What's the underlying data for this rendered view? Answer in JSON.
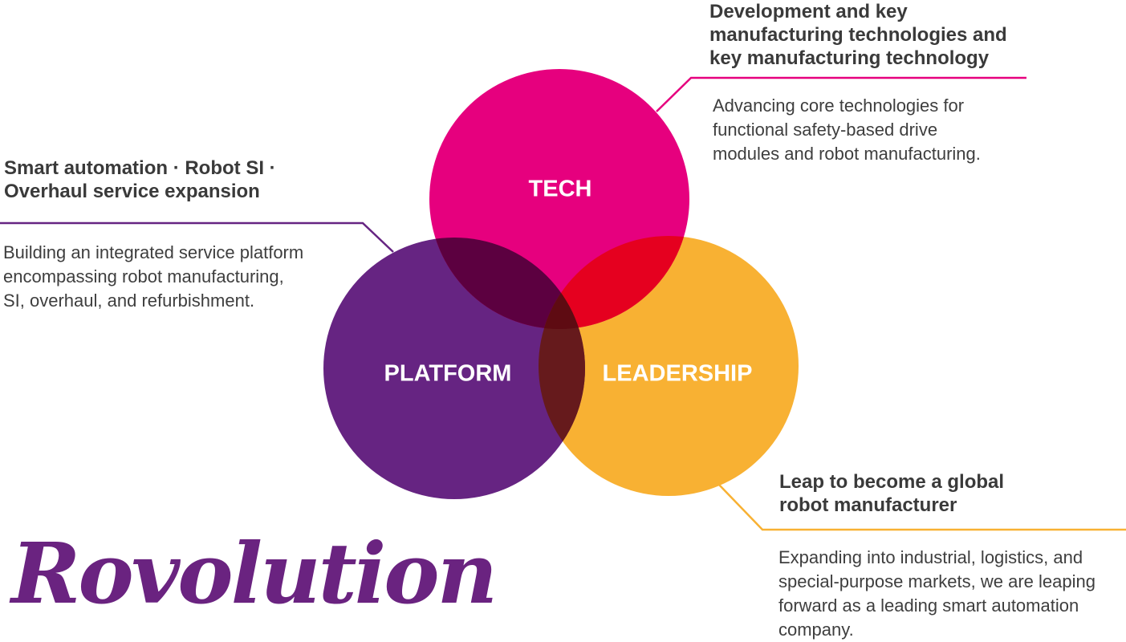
{
  "colors": {
    "tech": "#e6007e",
    "platform": "#662482",
    "leadership": "#f8b133",
    "text_dark": "#3a3a3a"
  },
  "circles": {
    "tech": {
      "label": "TECH"
    },
    "platform": {
      "label": "PLATFORM"
    },
    "leadership": {
      "label": "LEADERSHIP"
    }
  },
  "callouts": {
    "tech": {
      "heading_lines": [
        "Development and key",
        "manufacturing technologies and",
        "key manufacturing technology"
      ],
      "body_lines": [
        "Advancing core technologies for",
        "functional safety-based drive",
        "modules and robot manufacturing."
      ]
    },
    "platform": {
      "heading_lines": [
        "Smart automation · Robot SI ·",
        "Overhaul service expansion"
      ],
      "body_lines": [
        "Building an integrated service platform",
        "encompassing robot manufacturing,",
        "SI, overhaul, and refurbishment."
      ]
    },
    "leadership": {
      "heading_lines": [
        "Leap to become a global",
        "robot manufacturer"
      ],
      "body_lines": [
        "Expanding into industrial, logistics, and",
        "special-purpose markets, we are leaping",
        "forward as a leading smart automation",
        "company."
      ]
    }
  },
  "logo": {
    "text": "Rovolution"
  }
}
